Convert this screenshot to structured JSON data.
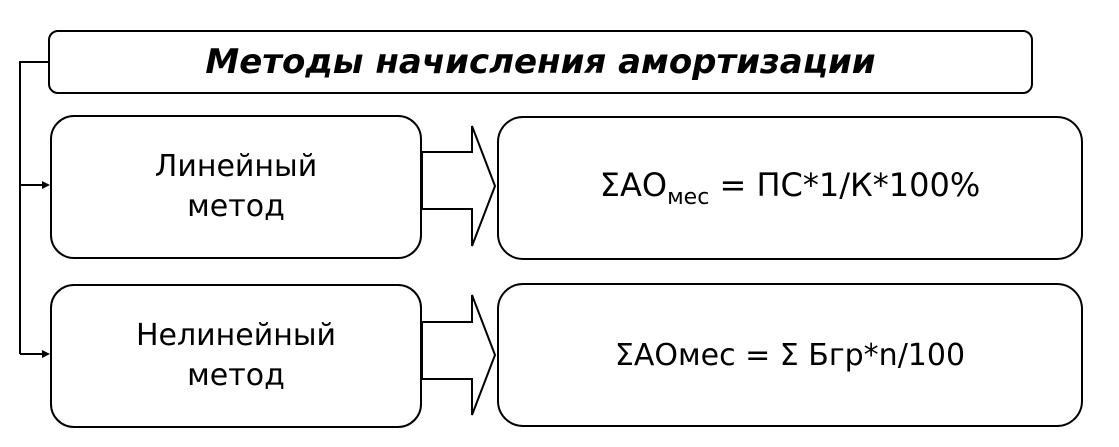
{
  "title": "Методы начисления амортизации",
  "methods": [
    {
      "line1": "Линейный",
      "line2": "метод",
      "formula": {
        "prefix": "ΣАО",
        "sub": "мес",
        "suffix": " = ПС*1/К*100%"
      }
    },
    {
      "line1": "Нелинейный",
      "line2": "метод",
      "formula": {
        "text": "ΣАОмес = Σ Бгр*n/100"
      }
    }
  ]
}
